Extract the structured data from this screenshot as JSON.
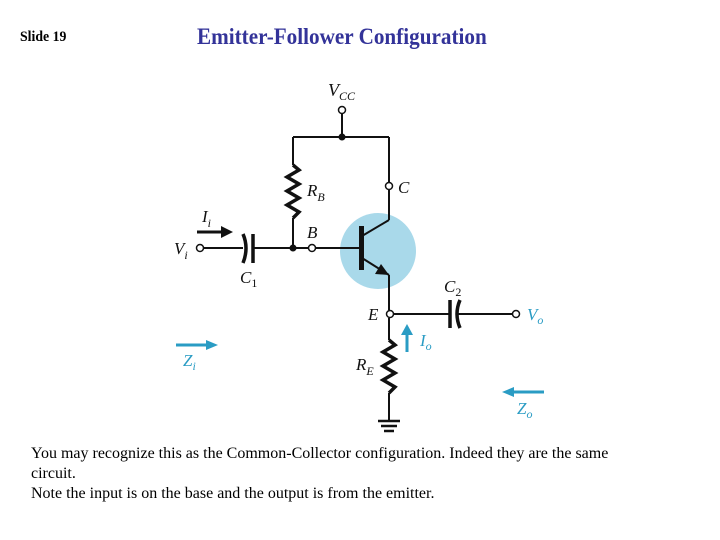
{
  "slide": {
    "number_label": "Slide 19",
    "title": "Emitter-Follower Configuration",
    "title_color": "#333399"
  },
  "circuit": {
    "labels": {
      "vcc": "V",
      "vcc_sub": "CC",
      "collector": "C",
      "rb": "R",
      "rb_sub": "B",
      "base": "B",
      "ii": "I",
      "ii_sub": "i",
      "vi": "V",
      "vi_sub": "i",
      "c1": "C",
      "c1_sub": "1",
      "c2": "C",
      "c2_sub": "2",
      "emitter": "E",
      "vo": "V",
      "vo_sub": "o",
      "io": "I",
      "io_sub": "o",
      "re": "R",
      "re_sub": "E",
      "zi": "Z",
      "zi_sub": "i",
      "zo": "Z",
      "zo_sub": "o"
    },
    "colors": {
      "wire": "#111111",
      "accent": "#2a9cc4",
      "transistor_fill": "#a9d9ea"
    }
  },
  "body": {
    "lines": [
      "You may recognize this as the Common-Collector configuration. Indeed they are the same",
      "circuit.",
      "Note the input is on the base and the output is from the emitter."
    ]
  }
}
